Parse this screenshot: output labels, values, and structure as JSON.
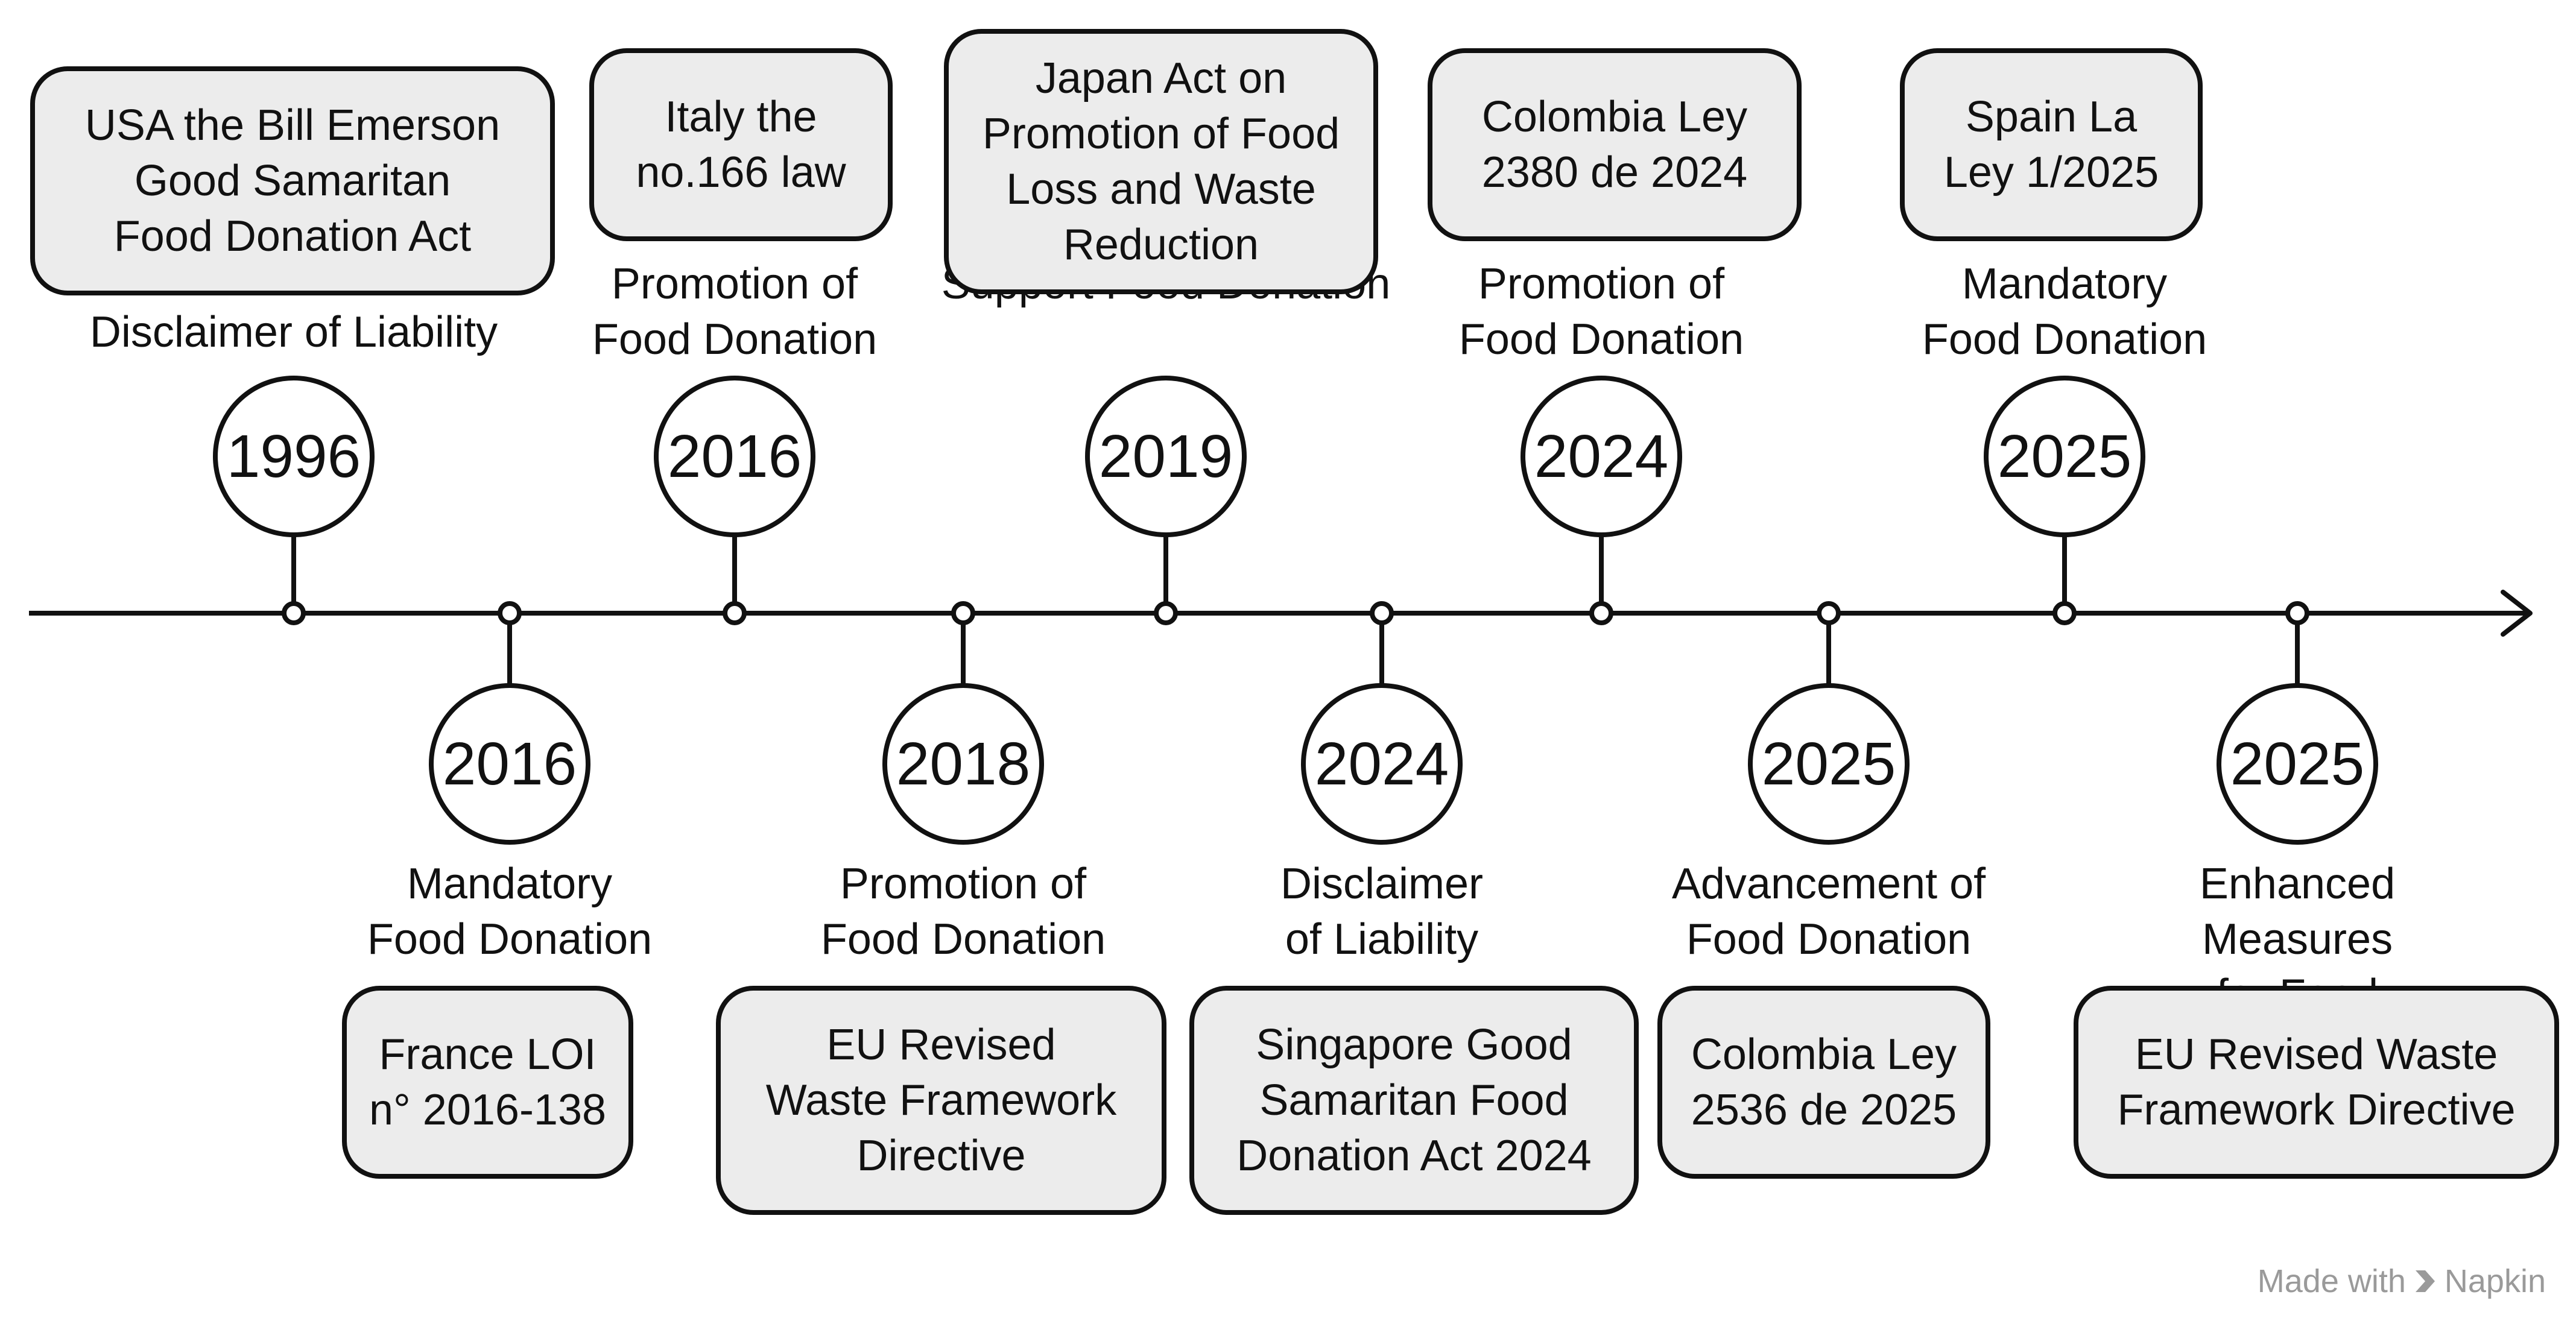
{
  "events": [
    {
      "year": "1996",
      "category": "Disclaimer of Liability",
      "law": "USA the Bill Emerson\nGood Samaritan\nFood Donation Act",
      "side": "top"
    },
    {
      "year": "2016",
      "category": "Mandatory\nFood Donation",
      "law": "France LOI\nn° 2016-138",
      "side": "bottom"
    },
    {
      "year": "2016",
      "category": "Promotion of\nFood Donation",
      "law": "Italy the\nno.166 law",
      "side": "top"
    },
    {
      "year": "2018",
      "category": "Promotion of\nFood Donation",
      "law": "EU Revised\nWaste Framework\nDirective",
      "side": "bottom"
    },
    {
      "year": "2019",
      "category": "Support Food Donation",
      "law": "Japan Act on\nPromotion of Food\nLoss and Waste\nReduction",
      "side": "top"
    },
    {
      "year": "2024",
      "category": "Disclaimer\nof Liability",
      "law": "Singapore Good\nSamaritan Food\nDonation Act 2024",
      "side": "bottom"
    },
    {
      "year": "2024",
      "category": "Promotion of\nFood Donation",
      "law": "Colombia Ley\n2380 de 2024",
      "side": "top"
    },
    {
      "year": "2025",
      "category": "Advancement of\nFood Donation",
      "law": "Colombia Ley\n2536 de 2025",
      "side": "bottom"
    },
    {
      "year": "2025",
      "category": "Mandatory\nFood Donation",
      "law": "Spain La\nLey 1/2025",
      "side": "top"
    },
    {
      "year": "2025",
      "category": "Enhanced Measures\nfor Food Donation",
      "law": "EU Revised Waste\nFramework Directive",
      "side": "bottom"
    }
  ],
  "watermark": {
    "text": "Made with",
    "brand": "Napkin",
    "color": "#9a9a9a"
  },
  "colors": {
    "line": "#111111",
    "box_fill": "#ececec",
    "background": "#ffffff"
  }
}
